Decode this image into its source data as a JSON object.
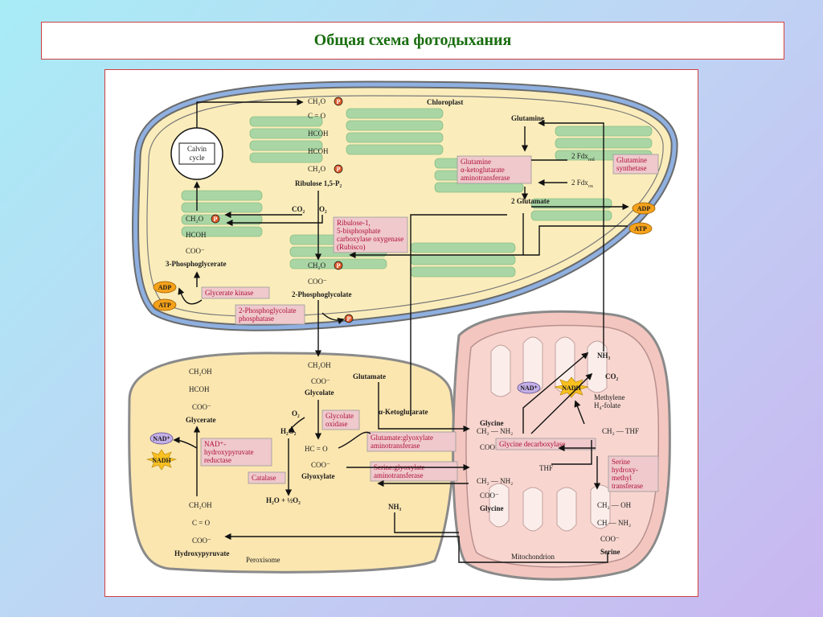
{
  "slide": {
    "title": "Общая схема фотодыхания"
  },
  "diagram": {
    "compartments": {
      "chloroplast": "Chloroplast",
      "peroxisome": "Peroxisome",
      "mitochondrion": "Mitochondrion"
    },
    "calvin_cycle": [
      "Calvin",
      "cycle"
    ],
    "chloroplast": {
      "rubp": {
        "lines": [
          "CH₂O",
          "C = O",
          "HCOH",
          "HCOH",
          "CH₂O"
        ],
        "name": "Ribulose 1,5-P₂"
      },
      "co2": "CO₂",
      "o2": "O₂",
      "pga": {
        "lines": [
          "CH₂O",
          "HCOH",
          "COO⁻"
        ],
        "name": "3-Phosphoglycerate"
      },
      "pglycolate": {
        "lines": [
          "CH₂O",
          "COO⁻"
        ],
        "name": "2-Phosphoglycolate"
      },
      "glutamine": "Glutamine",
      "two_glutamate": "2 Glutamate",
      "fdx_red": "2 Fdx",
      "fdx_red_sub": "red",
      "fdx_ox": "2 Fdx",
      "fdx_ox_sub": "ox",
      "p": "P",
      "adp": "ADP",
      "atp": "ATP",
      "adp2": "ADP",
      "atp2": "ATP"
    },
    "peroxisome": {
      "glycolate": {
        "lines": [
          "CH₂OH",
          "COO⁻"
        ],
        "name": "Glycolate"
      },
      "glycerate": {
        "lines": [
          "CH₂OH",
          "HCOH",
          "COO⁻"
        ],
        "name": "Glycerate"
      },
      "glyoxylate": {
        "lines": [
          "HC = O",
          "COO⁻"
        ],
        "name": "Glyoxylate"
      },
      "hydroxypyruvate": {
        "lines": [
          "CH₂OH",
          "C = O",
          "COO⁻"
        ],
        "name": "Hydroxypyruvate"
      },
      "o2": "O₂",
      "h2o2": "H₂O₂",
      "water": "H₂O + ½O₂",
      "glutamate": "Glutamate",
      "akg": "α-Ketoglutarate",
      "nh3": "NH₃",
      "nad": "NAD⁺",
      "nadh": "NADH"
    },
    "mitochondrion": {
      "glycine1": "CH₂ — NH₂",
      "glycine1_coo": "COO⁻",
      "glycine1_name": "Glycine",
      "glycine2": "CH₂ — NH₂",
      "glycine2_coo": "COO⁻",
      "glycine2_name": "Glycine",
      "mthf": [
        "Methylene",
        "H₄-folate"
      ],
      "ch2thf": "CH₂ — THF",
      "thf": "THF",
      "serine": [
        "CH₂ — OH",
        "CH — NH₂",
        "COO⁻"
      ],
      "serine_name": "Serine",
      "nh3": "NH₃",
      "co2": "CO₂",
      "nad": "NAD⁺",
      "nadh": "NADH"
    },
    "enzymes": {
      "gs_gogat": [
        "Glutamine",
        "α-ketoglutarate",
        "aminotransferase"
      ],
      "gs": [
        "Glutamine",
        "synthetase"
      ],
      "rubisco": [
        "Ribulose-1,",
        "5-bisphosphate",
        "carboxylase oxygenase",
        "(Rubisco)"
      ],
      "glycerate_kinase": "Glycerate kinase",
      "pgp": [
        "2-Phosphoglycolate",
        "phosphatase"
      ],
      "glycolate_oxidase": [
        "Glycolate",
        "oxidase"
      ],
      "hpr": [
        "NAD⁺-",
        "hydroxypyruvate",
        "reductase"
      ],
      "catalase": "Catalase",
      "ggat": [
        "Glutamate:glyoxylate",
        "aminotransferase"
      ],
      "sgat": [
        "Serine:glyoxylate",
        "aminotransferase"
      ],
      "gdc": "Glycine decarboxylase",
      "shmt": [
        "Serine",
        "hydroxy-",
        "methyl",
        "transferase"
      ]
    },
    "colors": {
      "chloroplast_fill": "#fbedbb",
      "envelope": "#8fb0e0",
      "thylakoid": "#a9d6a4",
      "mito_fill": "#f3c6bf",
      "enzyme_box": "#efc9cc",
      "enzyme_text": "#b0103a",
      "atp_badge": "#f5a21b",
      "nadh_star": "#f8c020",
      "nad_oval": "#c4b0e8"
    }
  }
}
